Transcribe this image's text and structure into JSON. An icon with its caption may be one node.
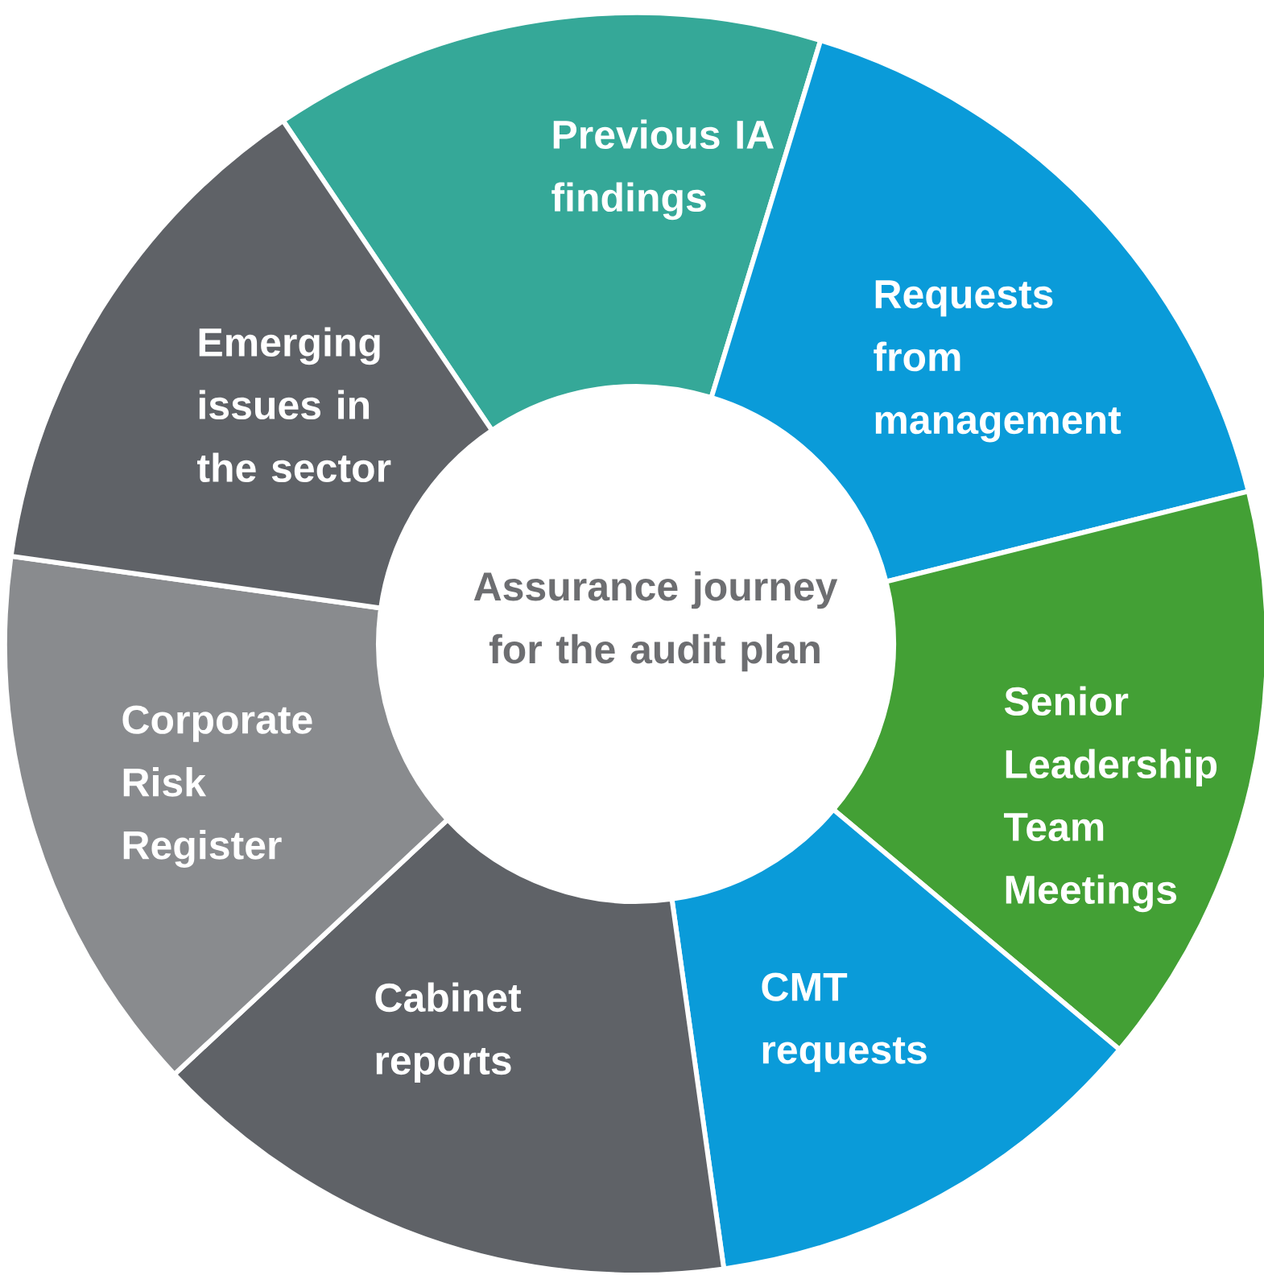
{
  "diagram": {
    "nodes": [
      {
        "text": [
          "Assurance journey for the audit plan"
        ]
      },
      {
        "text": [
          "Previous IA findings"
        ]
      },
      {
        "text": [
          "Requests from management"
        ]
      },
      {
        "text": [
          "Senior Leadership Team Meetings"
        ]
      },
      {
        "text": [
          "CMT requests"
        ]
      },
      {
        "text": [
          "Cabinet reports"
        ]
      },
      {
        "text": [
          "Corporate Risk Register"
        ]
      },
      {
        "text": [
          "Emerging issues in the sector"
        ]
      }
    ]
  }
}
